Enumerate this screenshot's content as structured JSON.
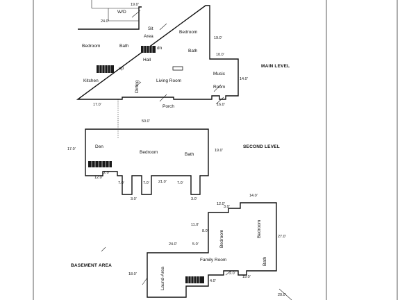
{
  "levels": {
    "main": "MAIN LEVEL",
    "second": "SECOND LEVEL",
    "basement": "BASEMENT AREA"
  },
  "main_rooms": [
    {
      "key": "wd",
      "text": "W/D"
    },
    {
      "key": "sit",
      "text": "Sit"
    },
    {
      "key": "area",
      "text": "Area"
    },
    {
      "key": "bedroom_right",
      "text": "Bedroom"
    },
    {
      "key": "bedroom_left",
      "text": "Bedroom"
    },
    {
      "key": "bath_left",
      "text": "Bath"
    },
    {
      "key": "bath_right",
      "text": "Bath"
    },
    {
      "key": "dn",
      "text": "dn"
    },
    {
      "key": "hall",
      "text": "Hall"
    },
    {
      "key": "up",
      "text": "up"
    },
    {
      "key": "kitchen",
      "text": "Kitchen"
    },
    {
      "key": "dining",
      "text": "Dining"
    },
    {
      "key": "living",
      "text": "Living Room"
    },
    {
      "key": "music",
      "text": "Music"
    },
    {
      "key": "music_room",
      "text": "Room"
    },
    {
      "key": "porch",
      "text": "Porch"
    }
  ],
  "main_dims": [
    {
      "key": "d_19_top",
      "text": "19.0'"
    },
    {
      "key": "d_24",
      "text": "24.0'"
    },
    {
      "key": "d_19_right",
      "text": "19.0'"
    },
    {
      "key": "d_10",
      "text": "10.0'"
    },
    {
      "key": "d_14",
      "text": "14.0'"
    },
    {
      "key": "d_17",
      "text": "17.0'"
    },
    {
      "key": "d_16",
      "text": "16.0'"
    },
    {
      "key": "d_50",
      "text": "50.0'"
    }
  ],
  "second_rooms": [
    {
      "key": "den",
      "text": "Den"
    },
    {
      "key": "bedroom",
      "text": "Bedroom"
    },
    {
      "key": "bath",
      "text": "Bath"
    }
  ],
  "second_dims": [
    {
      "key": "d_17",
      "text": "17.0'"
    },
    {
      "key": "d_19",
      "text": "19.0'"
    },
    {
      "key": "d_12",
      "text": "12.0'"
    },
    {
      "key": "d_20",
      "text": "2.0'"
    },
    {
      "key": "d_70a",
      "text": "7.0'"
    },
    {
      "key": "d_70b",
      "text": "7.0'"
    },
    {
      "key": "d_21",
      "text": "21.0'"
    },
    {
      "key": "d_70c",
      "text": "7.0'"
    },
    {
      "key": "d_30a",
      "text": "3.0'"
    },
    {
      "key": "d_30b",
      "text": "3.0'"
    }
  ],
  "basement_rooms": [
    {
      "key": "family",
      "text": "Family Room"
    },
    {
      "key": "bedroom_a",
      "text": "Bedroom"
    },
    {
      "key": "bedroom_b",
      "text": "Bedroom"
    },
    {
      "key": "bath",
      "text": "Bath"
    },
    {
      "key": "laundry",
      "text": "Laund-Area"
    }
  ],
  "basement_dims": [
    {
      "key": "d_14",
      "text": "14.0'"
    },
    {
      "key": "d_12",
      "text": "12.0'"
    },
    {
      "key": "d_30",
      "text": "3.0'"
    },
    {
      "key": "d_11",
      "text": "11.0'"
    },
    {
      "key": "d_80",
      "text": "8.0'"
    },
    {
      "key": "d_27",
      "text": "27.0'"
    },
    {
      "key": "d_24",
      "text": "24.0'"
    },
    {
      "key": "d_50",
      "text": "5.0'"
    },
    {
      "key": "d_18",
      "text": "18.0'"
    },
    {
      "key": "d_20",
      "text": "2.0'"
    },
    {
      "key": "d_19",
      "text": "19.0'"
    },
    {
      "key": "d_40",
      "text": "4.0'"
    },
    {
      "key": "d_20b",
      "text": "20.0'"
    }
  ]
}
